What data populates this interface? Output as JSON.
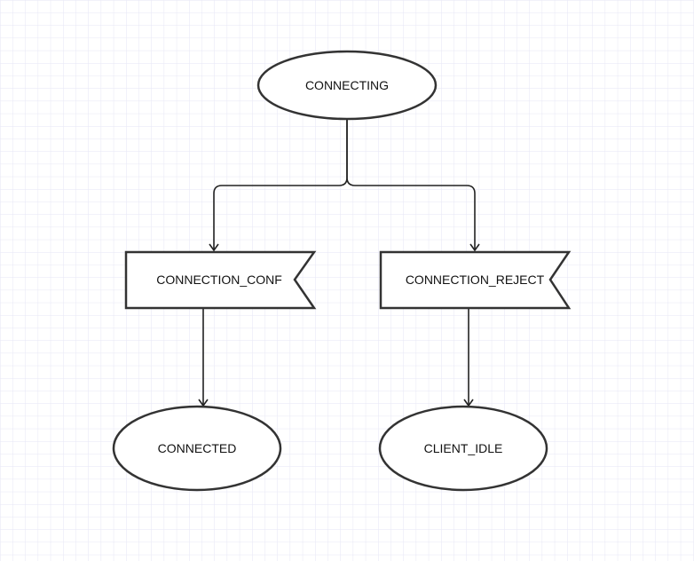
{
  "diagram": {
    "nodes": {
      "connecting": "CONNECTING",
      "connection_conf": "CONNECTION_CONF",
      "connection_reject": "CONNECTION_REJECT",
      "connected": "CONNECTED",
      "client_idle": "CLIENT_IDLE"
    },
    "edges": [
      {
        "from": "connecting",
        "to": "connection_conf"
      },
      {
        "from": "connecting",
        "to": "connection_reject"
      },
      {
        "from": "connection_conf",
        "to": "connected"
      },
      {
        "from": "connection_reject",
        "to": "client_idle"
      }
    ],
    "colors": {
      "grid": "#e6e6f5",
      "stroke": "#333333",
      "fill": "#ffffff"
    }
  }
}
